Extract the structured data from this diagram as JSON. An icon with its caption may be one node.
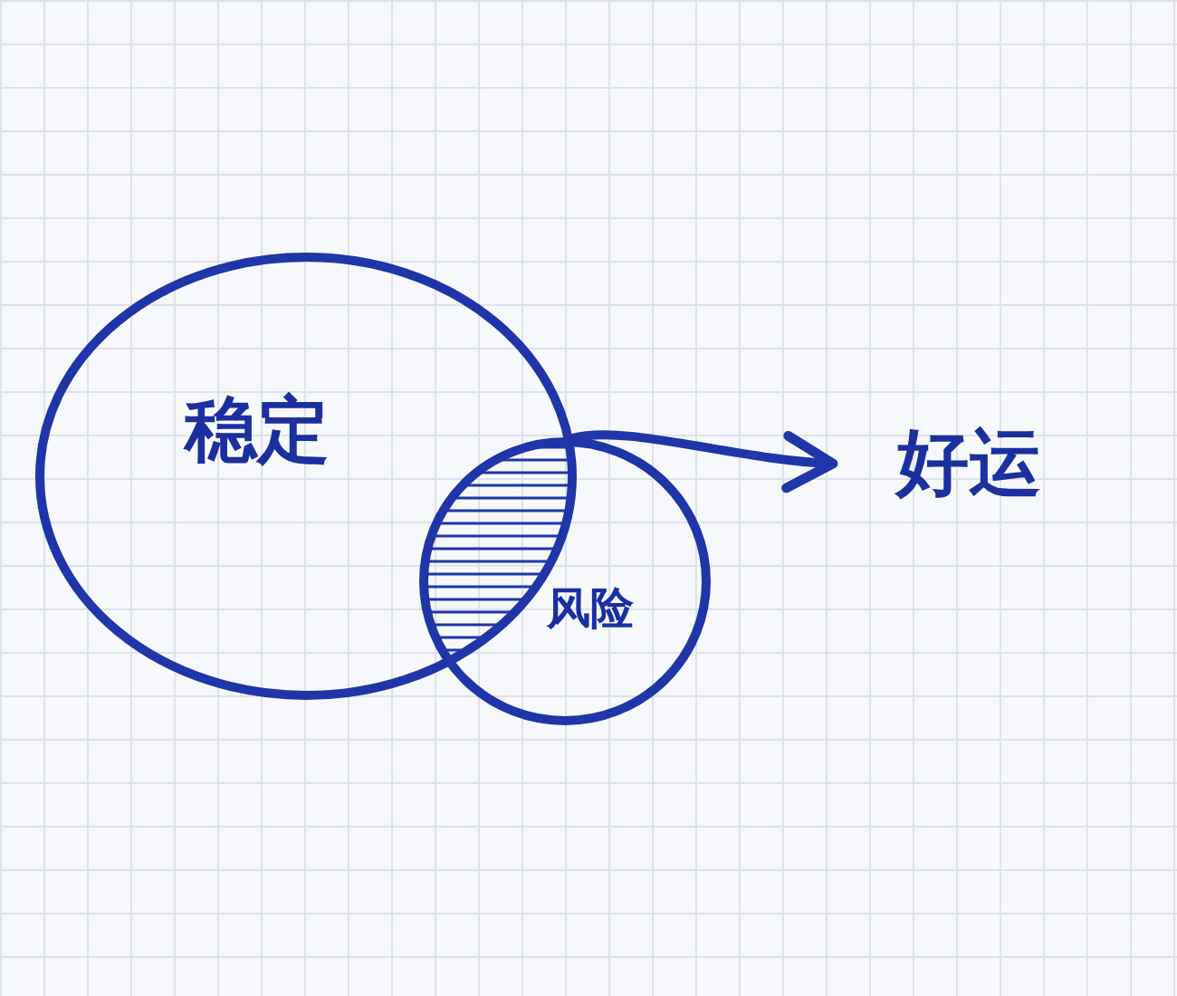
{
  "diagram": {
    "nodes": [
      {
        "text": [
          "稳定"
        ]
      },
      {
        "text": [
          "风险"
        ]
      },
      {
        "text": [],
        "shape": "lens"
      },
      {
        "text": [
          "好运"
        ]
      }
    ],
    "edges": [
      {
        "from": 2,
        "to": 3,
        "arrow": "to"
      }
    ]
  }
}
